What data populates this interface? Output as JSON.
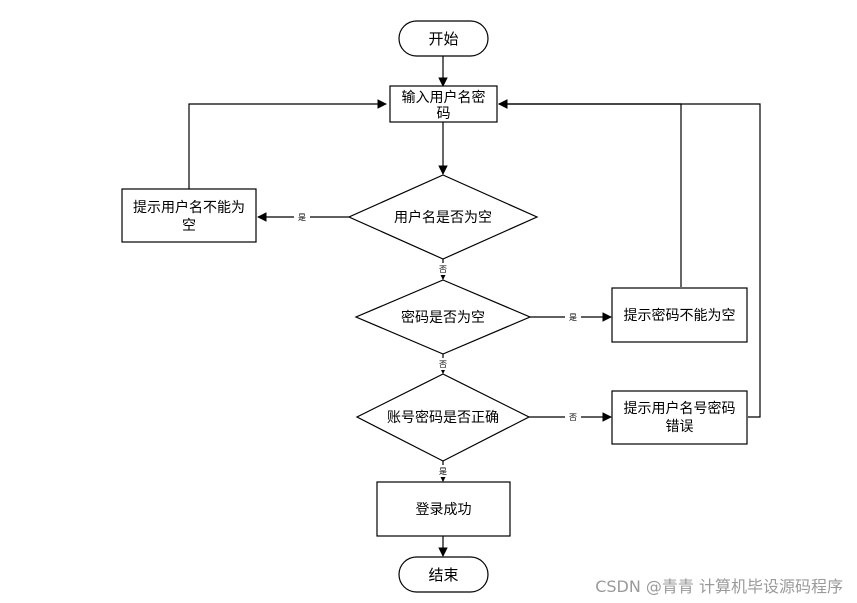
{
  "nodes": {
    "start": "开始",
    "input": [
      "输入用户名密",
      "码"
    ],
    "username_check": "用户名是否为空",
    "username_empty": [
      "提示用户名不能为",
      "空"
    ],
    "password_check": "密码是否为空",
    "password_empty": "提示密码不能为空",
    "account_check": "账号密码是否正确",
    "account_error": [
      "提示用户名号密码",
      "错误"
    ],
    "login_success": "登录成功",
    "end": "结束"
  },
  "edge_labels": {
    "username_yes": "是",
    "username_no": "否",
    "password_yes": "是",
    "password_no": "否",
    "account_no": "否",
    "account_yes": "是"
  },
  "watermark": "CSDN @青青  计算机毕设源码程序"
}
